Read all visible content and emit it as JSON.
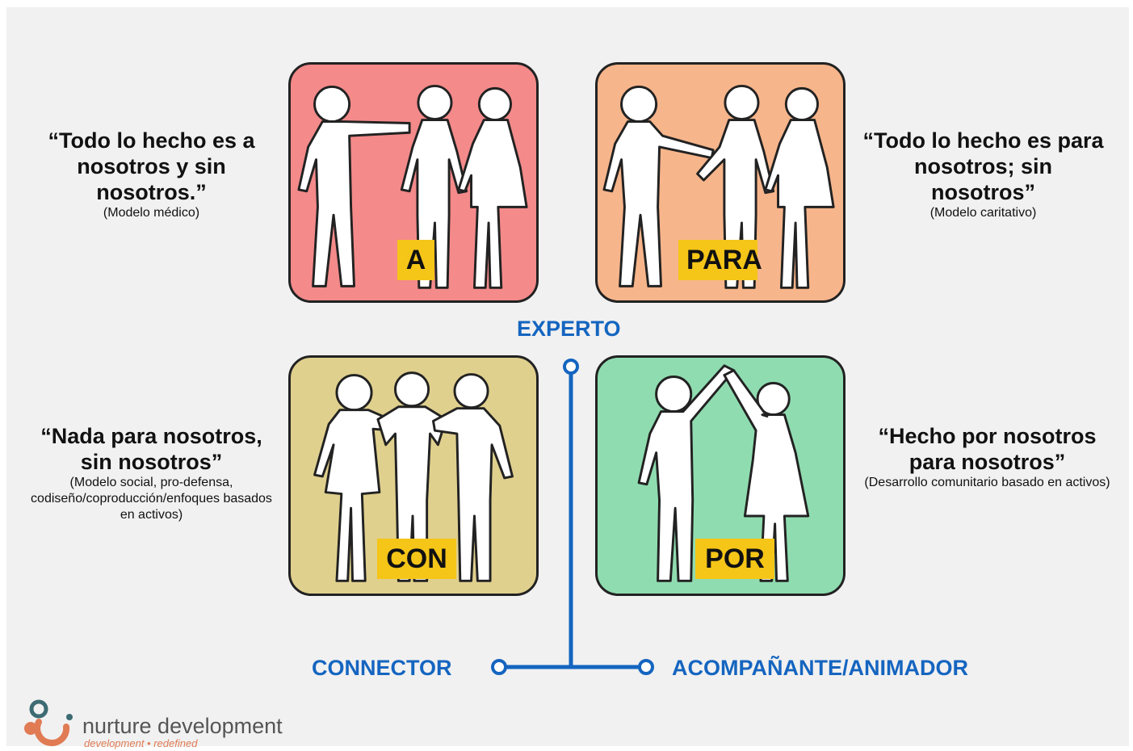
{
  "cards": [
    {
      "tag": "A",
      "color": "#f48a8a"
    },
    {
      "tag": "PARA",
      "color": "#f7b58b"
    },
    {
      "tag": "CON",
      "color": "#e0d08e"
    },
    {
      "tag": "POR",
      "color": "#8fdcb0"
    }
  ],
  "quotes": [
    {
      "text": "“Todo lo hecho es a nosotros y sin nosotros.”",
      "model": "(Modelo médico)"
    },
    {
      "text": "“Todo lo hecho es para nosotros; sin nosotros”",
      "model": "(Modelo caritativo)"
    },
    {
      "text": "“Nada para nosotros, sin nosotros”",
      "model": "(Modelo social, pro-defensa, codiseño/coproducción/enfoques basados en activos)"
    },
    {
      "text": "“Hecho por nosotros para nosotros”",
      "model": "(Desarrollo comunitario basado en activos)"
    }
  ],
  "axis": {
    "top": "EXPERTO",
    "left": "CONNECTOR",
    "right": "ACOMPAÑANTE/ANIMADOR",
    "color": "#1565c0"
  },
  "logo": {
    "name": "nurture development",
    "tagline": "development • redefined"
  },
  "colors": {
    "tag_highlight": "#f5c518",
    "logo_teal": "#3d6b73",
    "logo_orange": "#e07b54"
  }
}
